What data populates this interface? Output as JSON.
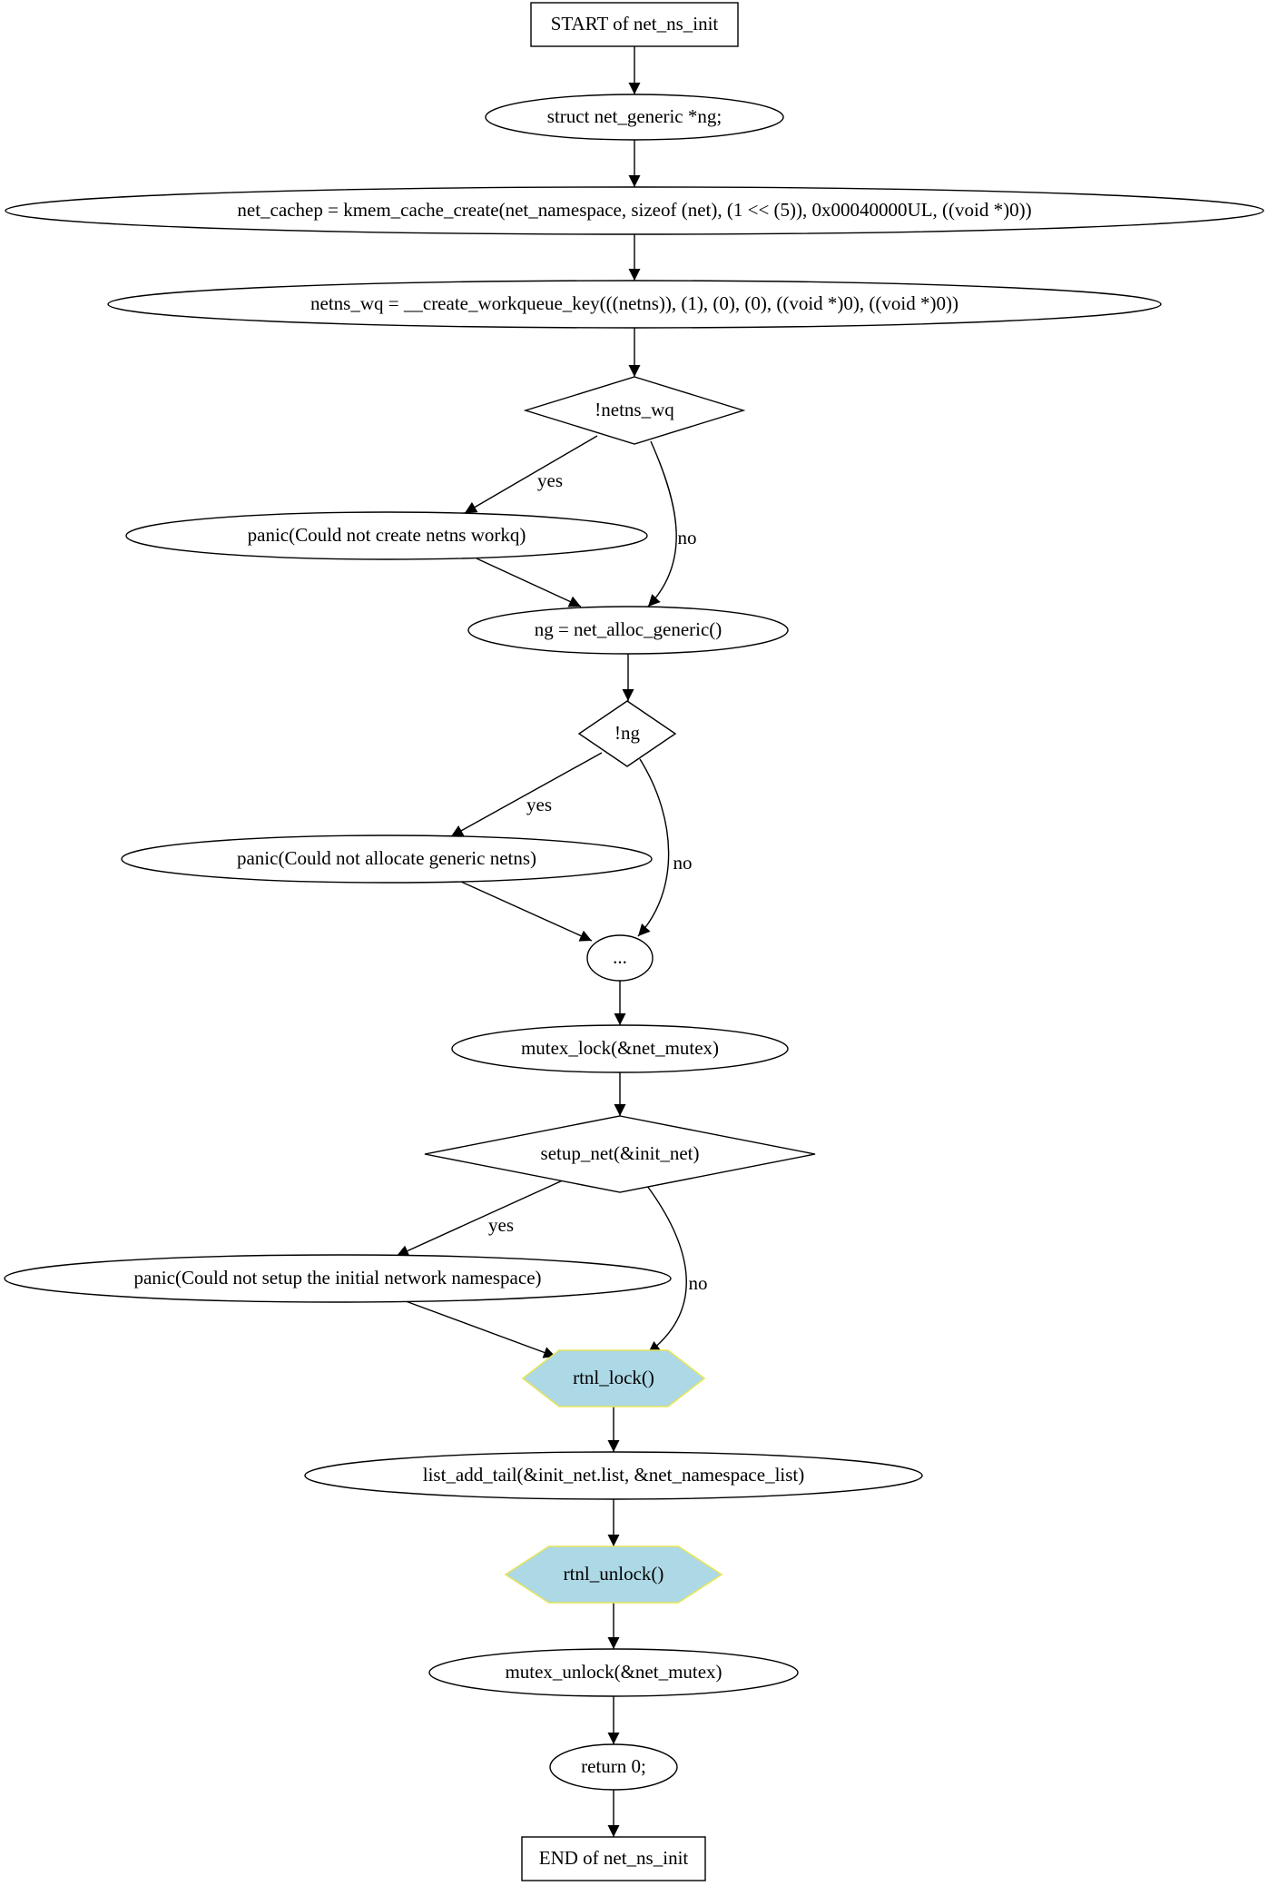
{
  "diagram": {
    "nodes": [
      {
        "id": "start",
        "shape": "box",
        "label": "START of net_ns_init"
      },
      {
        "id": "decl",
        "shape": "ellipse",
        "label": "struct net_generic *ng;"
      },
      {
        "id": "cachep",
        "shape": "ellipse",
        "label": "net_cachep = kmem_cache_create(net_namespace, sizeof (net), (1 << (5)), 0x00040000UL, ((void *)0))"
      },
      {
        "id": "wq",
        "shape": "ellipse",
        "label": "netns_wq = __create_workqueue_key(((netns)), (1), (0), (0), ((void *)0), ((void *)0))"
      },
      {
        "id": "chk_wq",
        "shape": "diamond",
        "label": "!netns_wq"
      },
      {
        "id": "panic_wq",
        "shape": "ellipse",
        "label": "panic(Could not create netns workq)"
      },
      {
        "id": "alloc",
        "shape": "ellipse",
        "label": "ng = net_alloc_generic()"
      },
      {
        "id": "chk_ng",
        "shape": "diamond",
        "label": "!ng"
      },
      {
        "id": "panic_ng",
        "shape": "ellipse",
        "label": "panic(Could not allocate generic netns)"
      },
      {
        "id": "dots",
        "shape": "ellipse",
        "label": "..."
      },
      {
        "id": "mlock",
        "shape": "ellipse",
        "label": "mutex_lock(&net_mutex)"
      },
      {
        "id": "chk_setup",
        "shape": "diamond",
        "label": "setup_net(&init_net)"
      },
      {
        "id": "panic_setup",
        "shape": "ellipse",
        "label": "panic(Could not setup the initial network namespace)"
      },
      {
        "id": "rtnl_lock",
        "shape": "hexagon",
        "label": "rtnl_lock()"
      },
      {
        "id": "list_add",
        "shape": "ellipse",
        "label": "list_add_tail(&init_net.list, &net_namespace_list)"
      },
      {
        "id": "rtnl_unlock",
        "shape": "hexagon",
        "label": "rtnl_unlock()"
      },
      {
        "id": "munlock",
        "shape": "ellipse",
        "label": "mutex_unlock(&net_mutex)"
      },
      {
        "id": "ret",
        "shape": "ellipse",
        "label": "return 0;"
      },
      {
        "id": "end",
        "shape": "box",
        "label": "END of net_ns_init"
      }
    ],
    "edges": [
      {
        "from": "start",
        "to": "decl",
        "label": ""
      },
      {
        "from": "decl",
        "to": "cachep",
        "label": ""
      },
      {
        "from": "cachep",
        "to": "wq",
        "label": ""
      },
      {
        "from": "wq",
        "to": "chk_wq",
        "label": ""
      },
      {
        "from": "chk_wq",
        "to": "panic_wq",
        "label": "yes"
      },
      {
        "from": "chk_wq",
        "to": "alloc",
        "label": "no"
      },
      {
        "from": "panic_wq",
        "to": "alloc",
        "label": ""
      },
      {
        "from": "alloc",
        "to": "chk_ng",
        "label": ""
      },
      {
        "from": "chk_ng",
        "to": "panic_ng",
        "label": "yes"
      },
      {
        "from": "chk_ng",
        "to": "dots",
        "label": "no"
      },
      {
        "from": "panic_ng",
        "to": "dots",
        "label": ""
      },
      {
        "from": "dots",
        "to": "mlock",
        "label": ""
      },
      {
        "from": "mlock",
        "to": "chk_setup",
        "label": ""
      },
      {
        "from": "chk_setup",
        "to": "panic_setup",
        "label": "yes"
      },
      {
        "from": "chk_setup",
        "to": "rtnl_lock",
        "label": "no"
      },
      {
        "from": "panic_setup",
        "to": "rtnl_lock",
        "label": ""
      },
      {
        "from": "rtnl_lock",
        "to": "list_add",
        "label": ""
      },
      {
        "from": "list_add",
        "to": "rtnl_unlock",
        "label": ""
      },
      {
        "from": "rtnl_unlock",
        "to": "munlock",
        "label": ""
      },
      {
        "from": "munlock",
        "to": "ret",
        "label": ""
      },
      {
        "from": "ret",
        "to": "end",
        "label": ""
      }
    ],
    "colors": {
      "stroke": "#000000",
      "hexagon_fill": "#add8e6",
      "hexagon_stroke": "#e6e65a",
      "background": "#ffffff"
    }
  }
}
